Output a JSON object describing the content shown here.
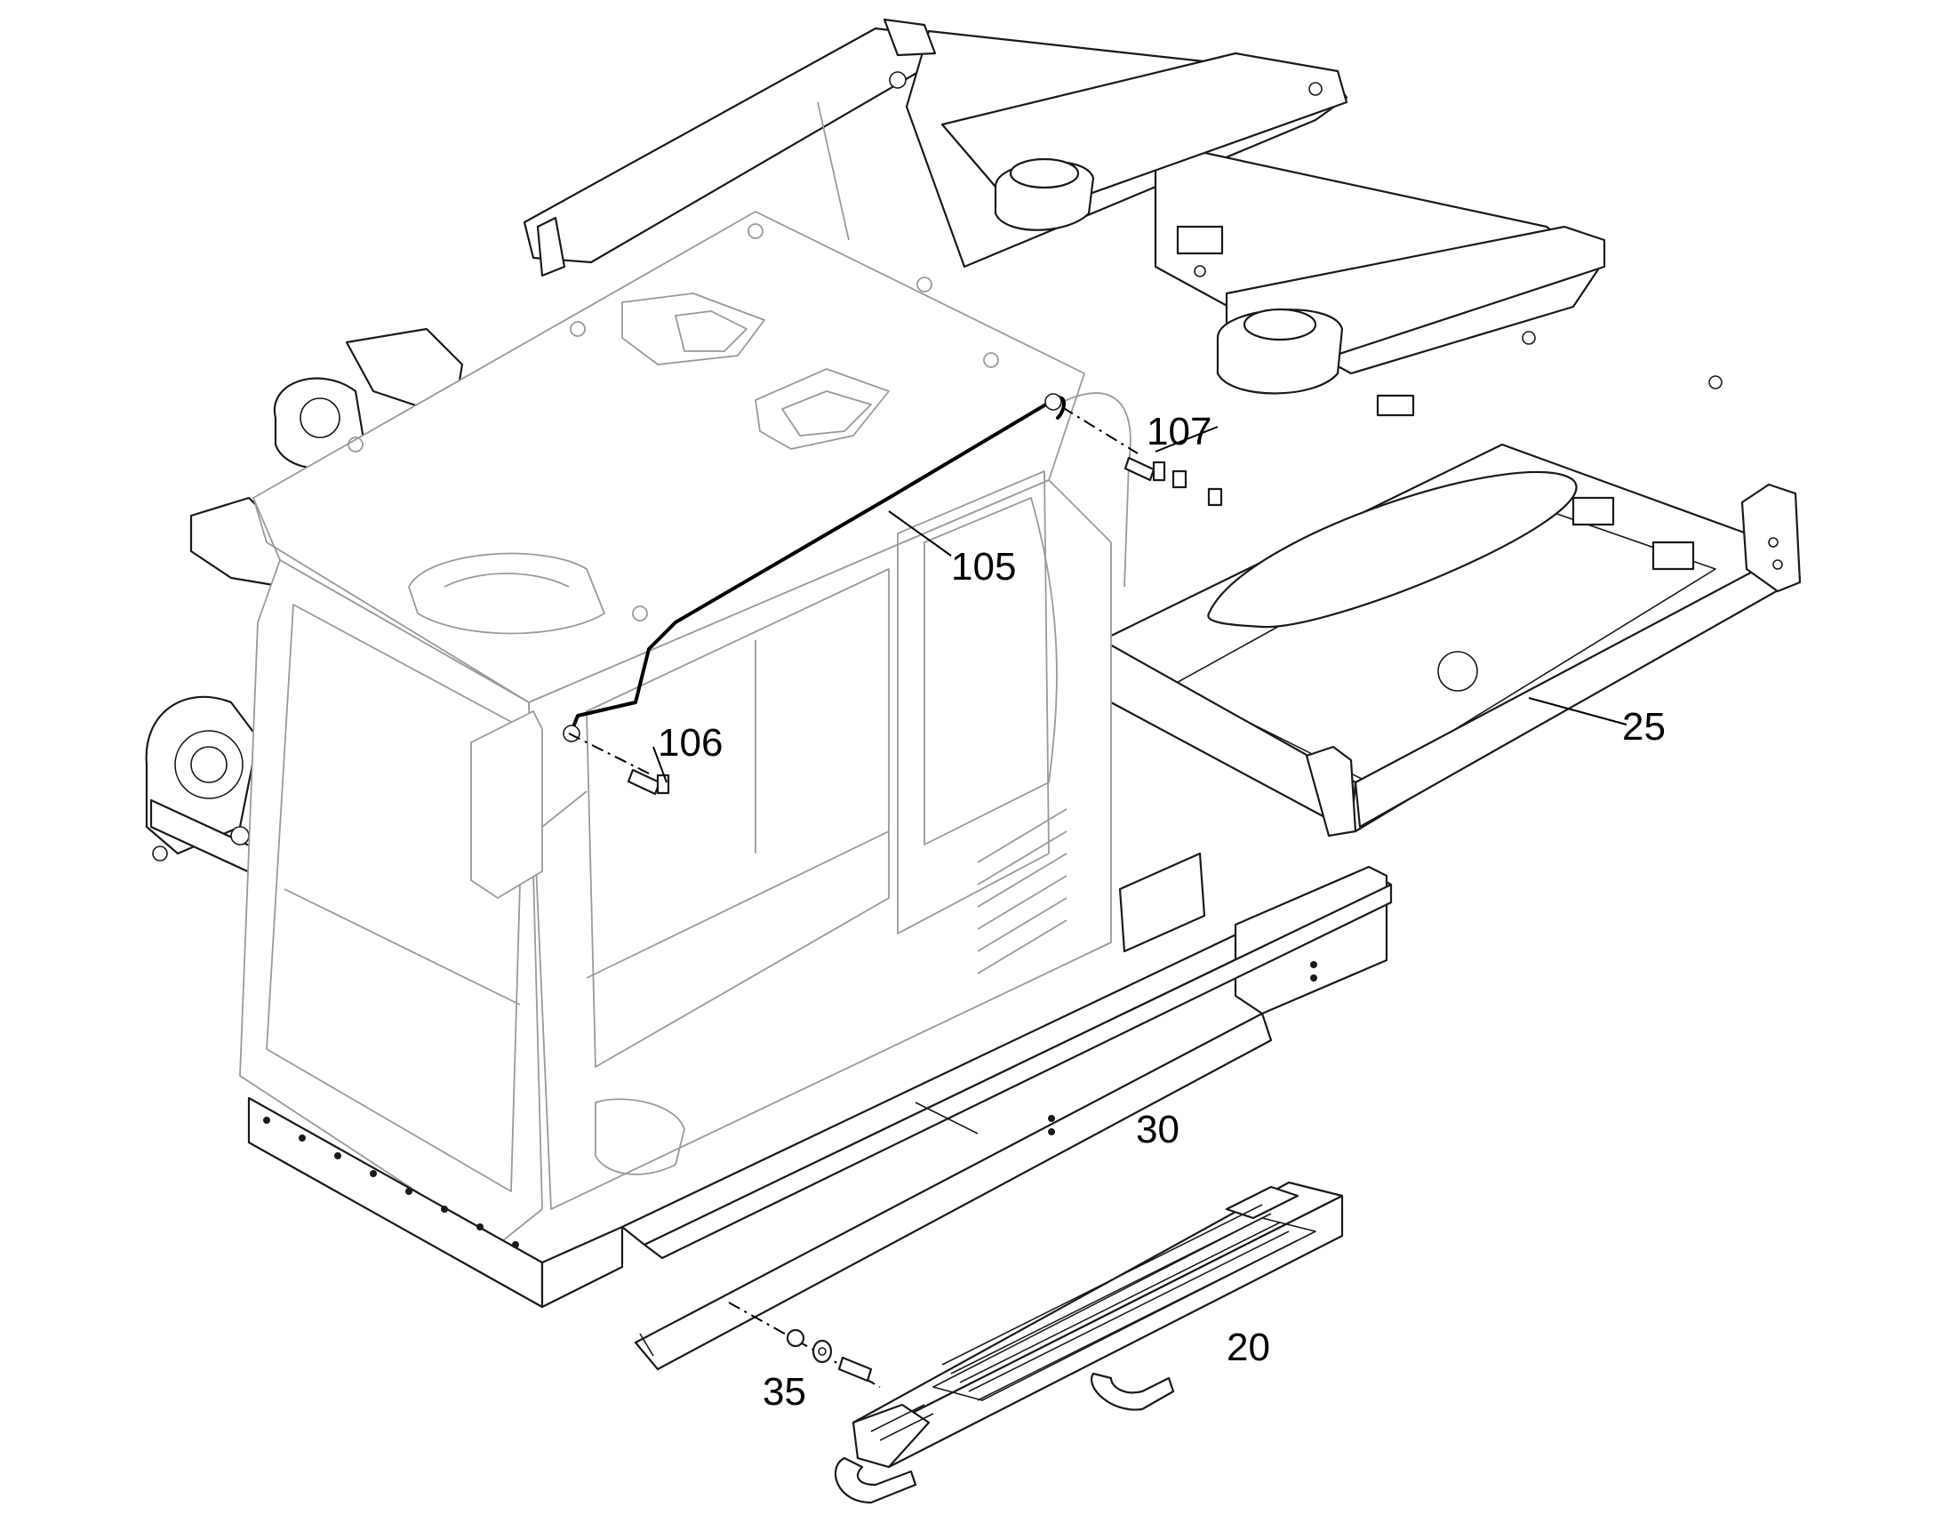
{
  "callouts": {
    "c20": "20",
    "c25": "25",
    "c30": "30",
    "c35": "35",
    "c105": "105",
    "c106": "106",
    "c107": "107"
  },
  "colors": {
    "line": "#1a1a1a",
    "ghost_line": "#9a9a9a",
    "background": "#ffffff"
  }
}
